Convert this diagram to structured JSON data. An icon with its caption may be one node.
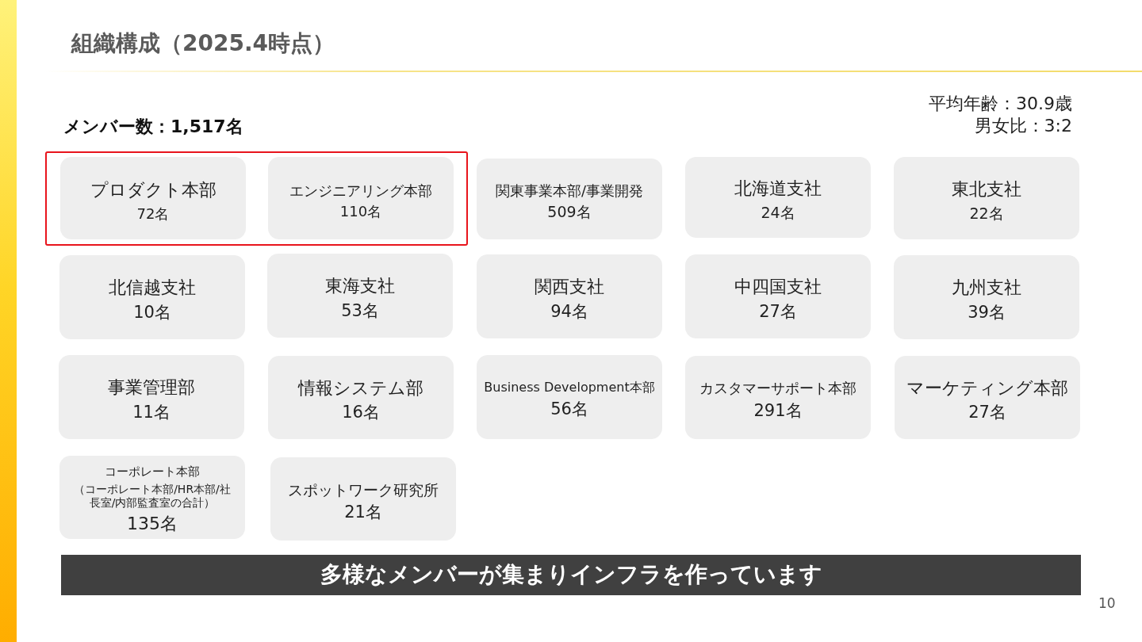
{
  "diagram": {
    "title": "組織構成（2025.4時点）",
    "nodes": [
      {
        "text": [],
        "shape": "box"
      },
      {
        "text": [
          "プロダクト本部",
          "72名"
        ],
        "in": 0
      },
      {
        "text": [
          "エンジニアリング本部",
          "110名"
        ],
        "in": 0
      },
      {
        "text": [
          "関東事業本部/事業開発",
          "509名"
        ]
      },
      {
        "text": [
          "北海道支社",
          "24名"
        ]
      },
      {
        "text": [
          "東北支社",
          "22名"
        ]
      },
      {
        "text": [
          "北信越支社",
          "10名"
        ]
      },
      {
        "text": [
          "東海支社",
          "53名"
        ]
      },
      {
        "text": [
          "関西支社",
          "94名"
        ]
      },
      {
        "text": [
          "中四国支社",
          "27名"
        ]
      },
      {
        "text": [
          "九州支社",
          "39名"
        ]
      },
      {
        "text": [
          "事業管理部",
          "11名"
        ]
      },
      {
        "text": [
          "情報システム部",
          "16名"
        ]
      },
      {
        "text": [
          "Business Development本部",
          "56名"
        ]
      },
      {
        "text": [
          "カスタマーサポート本部",
          "291名"
        ]
      },
      {
        "text": [
          "マーケティング本部",
          "27名"
        ]
      },
      {
        "text": [
          "コーポレート本部",
          "（コーポレート本部/HR本部/社長室/内部監査室の合計）",
          "135名"
        ]
      },
      {
        "text": [
          "スポットワーク研究所",
          "21名"
        ]
      },
      {
        "text": [
          "多様なメンバーが集まりインフラを作っています"
        ]
      }
    ],
    "labels": [
      "平均年齢：30.9歳",
      "メンバー数：1,517名",
      "男女比：3:2",
      "10"
    ]
  }
}
